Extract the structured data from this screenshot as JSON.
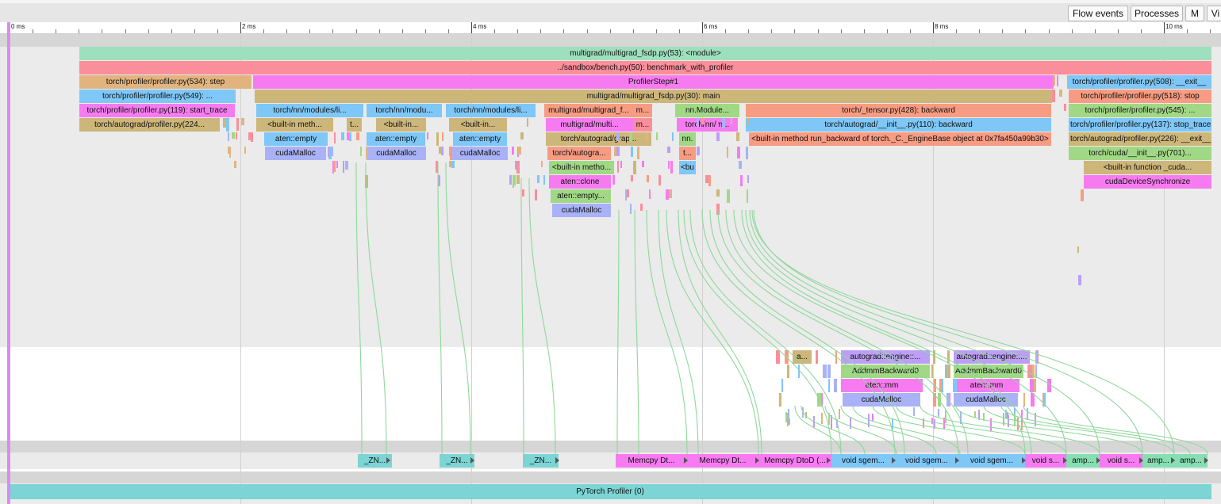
{
  "toolbar": {
    "flow_events": "Flow events",
    "processes": "Processes",
    "m": "M",
    "view": "Vi"
  },
  "ruler": {
    "labels": [
      "0 ms",
      "2 ms",
      "4 ms",
      "6 ms",
      "8 ms",
      "10 ms"
    ]
  },
  "process": {
    "label": "PyTorch Profiler (0)"
  },
  "slices": {
    "module": "multigrad/multigrad_fsdp.py(53): <module>",
    "bench": "../sandbox/bench.py(50): benchmark_with_profiler",
    "step": "torch/profiler/profiler.py(534): step",
    "profilerstep": "ProfilerStep#1",
    "exit1": "torch/profiler/profiler.py(508): __exit__",
    "p549": "torch/profiler/profiler.py(549): ...",
    "main": "multigrad/multigrad_fsdp.py(30): main",
    "p518": "torch/profiler/profiler.py(518): stop",
    "start_trace": "torch/profiler/profiler.py(119): start_trace",
    "nn_li_1": "torch/nn/modules/li...",
    "nn_modu": "torch/nn/modu...",
    "nn_li_2": "torch/nn/modules/li...",
    "mg_f": "multigrad/multigrad_f...",
    "m_dots": "m...",
    "nn_module": "nn.Module...",
    "tensor_bw": "torch/_tensor.py(428): backward",
    "p545": "torch/profiler/profiler.py(545): ...",
    "autograd_prof": "torch/autograd/profiler.py(224...",
    "builtin_meth": "<built-in meth...",
    "t_dots": "t...",
    "builtin_in_1": "<built-in...",
    "builtin_in_2": "<built-in...",
    "mg_multi": "multigrad/multi...",
    "nn_m": "torch/nn/m...",
    "autograd_init_bw": "torch/autograd/__init__.py(110): backward",
    "stop_trace": "torch/profiler/profiler.py(137): stop_trace",
    "aten_empty_1": "aten::empty",
    "aten_empty_2": "aten::empty",
    "aten_empty_3": "aten::empty",
    "autograd_grap": "torch/autograd/grap...",
    "nn_short": "nn.",
    "run_backward": "<built-in method run_backward of torch._C._EngineBase object at 0x7fa450a99b30>",
    "autograd_prof_exit": "torch/autograd/profiler.py(226): __exit__",
    "cudamalloc_1": "cudaMalloc",
    "cudamalloc_2": "cudaMalloc",
    "cudamalloc_3": "cudaMalloc",
    "autogra": "torch/autogra...",
    "t_short": "t...",
    "cuda_init": "torch/cuda/__init__.py(701)...",
    "builtin_metho": "<built-in metho...",
    "bu": "<bu",
    "builtin_func": "<built-in function _cuda...",
    "aten_clone": "aten::clone",
    "cuda_sync": "cudaDeviceSynchronize",
    "aten_empty_dots": "aten::empty...",
    "cudamalloc_4": "cudaMalloc",
    "a_dots": "a...",
    "autograd_engine_1": "autograd::engine::...",
    "autograd_engine_2": "autograd::engine::...",
    "addmm_1": "AddmmBackward0",
    "addmm_2": "AddmmBackward0",
    "aten_mm_1": "aten::mm",
    "aten_mm_2": "aten::mm",
    "cudamalloc_5": "cudaMalloc",
    "cudamalloc_6": "cudaMalloc",
    "zn_1": "_ZN...",
    "zn_2": "_ZN...",
    "zn_3": "_ZN...",
    "memcpy_1": "Memcpy Dt...",
    "memcpy_2": "Memcpy Dt...",
    "memcpy_3": "Memcpy DtoD (...",
    "sgem_1": "void sgem...",
    "sgem_2": "void sgem...",
    "sgem_3": "void sgem...",
    "voids_1": "void s...",
    "amp_1": "amp...",
    "voids_2": "void s...",
    "amp_2": "amp...",
    "amp_3": "amp..."
  },
  "colors": {
    "green": "#9ee0be",
    "pink": "#fa8e9a",
    "tan": "#e1b47f",
    "magenta": "#f77bf0",
    "blue": "#7ec7f7",
    "olive": "#cdb67a",
    "salmon": "#f79c82",
    "lime": "#a1d886",
    "periwinkle": "#a9b2f6",
    "violet": "#bd9ef5",
    "teal": "#7cd4d4",
    "gpu_green": "#86deb2",
    "flow": "#8ed89a",
    "cursor": "#d88cf0"
  }
}
